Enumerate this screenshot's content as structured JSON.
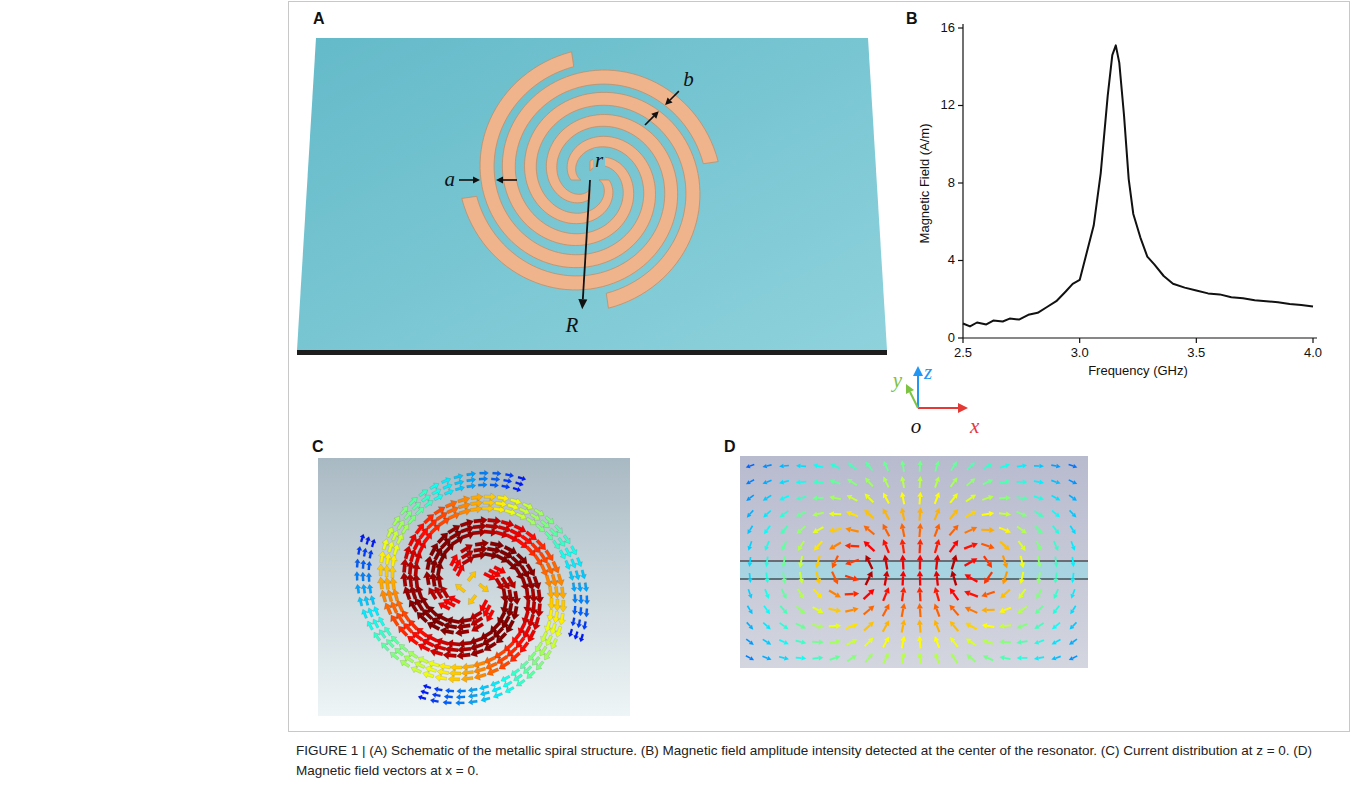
{
  "diagram": {
    "caption": "FIGURE 1 | (A) Schematic of the metallic spiral structure. (B) Magnetic field amplitude intensity detected at the center of the resonator. (C) Current distribution at z = 0. (D) Magnetic field vectors at x = 0.",
    "labels": [
      "A",
      "B",
      "a",
      "b",
      "r",
      "R",
      "y",
      "z",
      "o",
      "x",
      "0",
      "4",
      "8",
      "12",
      "16",
      "2.5",
      "3.0",
      "3.5",
      "4.0",
      "Magnetic Field (A/m)",
      "Frequency (GHz)",
      "C",
      "D"
    ]
  }
}
